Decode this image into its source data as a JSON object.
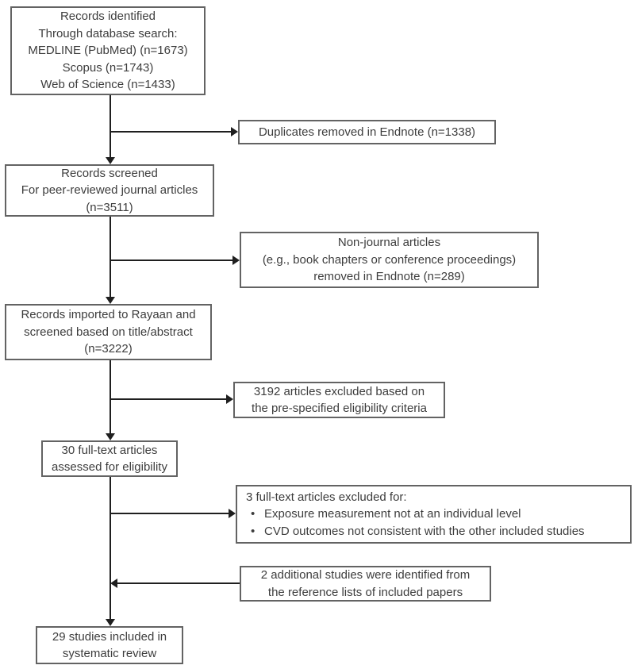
{
  "diagram": {
    "colors": {
      "background": "#ffffff",
      "box_border": "#636363",
      "arrow": "#1f1f1f",
      "text": "#3d3d3d"
    },
    "boxes": {
      "identified": {
        "lines": [
          "Records identified",
          "Through database search:",
          "MEDLINE (PubMed) (n=1673)",
          "Scopus (n=1743)",
          "Web of Science (n=1433)"
        ]
      },
      "duplicates": {
        "lines": [
          "Duplicates removed in Endnote (n=1338)"
        ]
      },
      "screened": {
        "lines": [
          "Records screened",
          "For peer-reviewed journal articles",
          "(n=3511)"
        ]
      },
      "nonjournal": {
        "lines": [
          "Non-journal articles",
          "(e.g., book chapters or conference proceedings)",
          "removed in Endnote (n=289)"
        ]
      },
      "imported": {
        "lines": [
          "Records imported to Rayaan and",
          "screened based on title/abstract",
          "(n=3222)"
        ]
      },
      "excluded_title_abstract": {
        "lines": [
          "3192 articles excluded based on",
          "the pre-specified eligibility criteria"
        ]
      },
      "fulltext": {
        "lines": [
          "30 full-text articles",
          "assessed for eligibility"
        ]
      },
      "excluded_fulltext": {
        "title": "3 full-text articles excluded for:",
        "bullet": "•",
        "bullets": [
          "Exposure measurement not at an individual level",
          "CVD outcomes not consistent with the other included studies"
        ]
      },
      "additional": {
        "lines": [
          "2 additional studies were identified from",
          "the reference lists of included papers"
        ]
      },
      "included": {
        "lines": [
          "29 studies included in",
          "systematic review"
        ]
      }
    }
  }
}
